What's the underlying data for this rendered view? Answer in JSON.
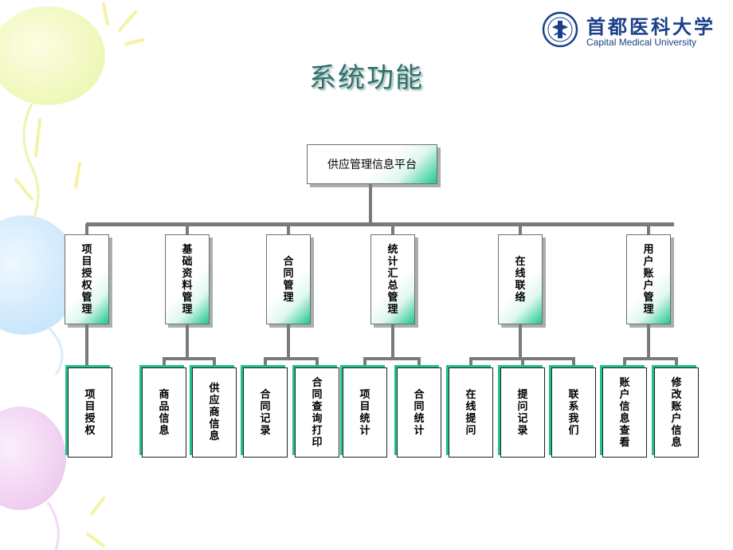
{
  "title": "系统功能",
  "logo": {
    "chinese_name": "首都医科大学",
    "english_name": "Capital Medical University"
  },
  "colors": {
    "title": "#2f6f6a",
    "accent": "#1fc98f",
    "wire": "#7a7a7a",
    "logo": "#1a3f8a"
  },
  "diagram": {
    "root": "供应管理信息平台",
    "categories": [
      {
        "label": "项目授权管理",
        "children": [
          "项目授权"
        ]
      },
      {
        "label": "基础资料管理",
        "children": [
          "商品信息",
          "供应商信息"
        ]
      },
      {
        "label": "合同管理",
        "children": [
          "合同记录",
          "合同查询打印"
        ]
      },
      {
        "label": "统计汇总管理",
        "children": [
          "项目统计",
          "合同统计"
        ]
      },
      {
        "label": "在线联络",
        "children": [
          "在线提问",
          "提问记录",
          "联系我们"
        ]
      },
      {
        "label": "用户账户管理",
        "children": [
          "账户信息查看",
          "修改账户信息"
        ]
      }
    ]
  }
}
